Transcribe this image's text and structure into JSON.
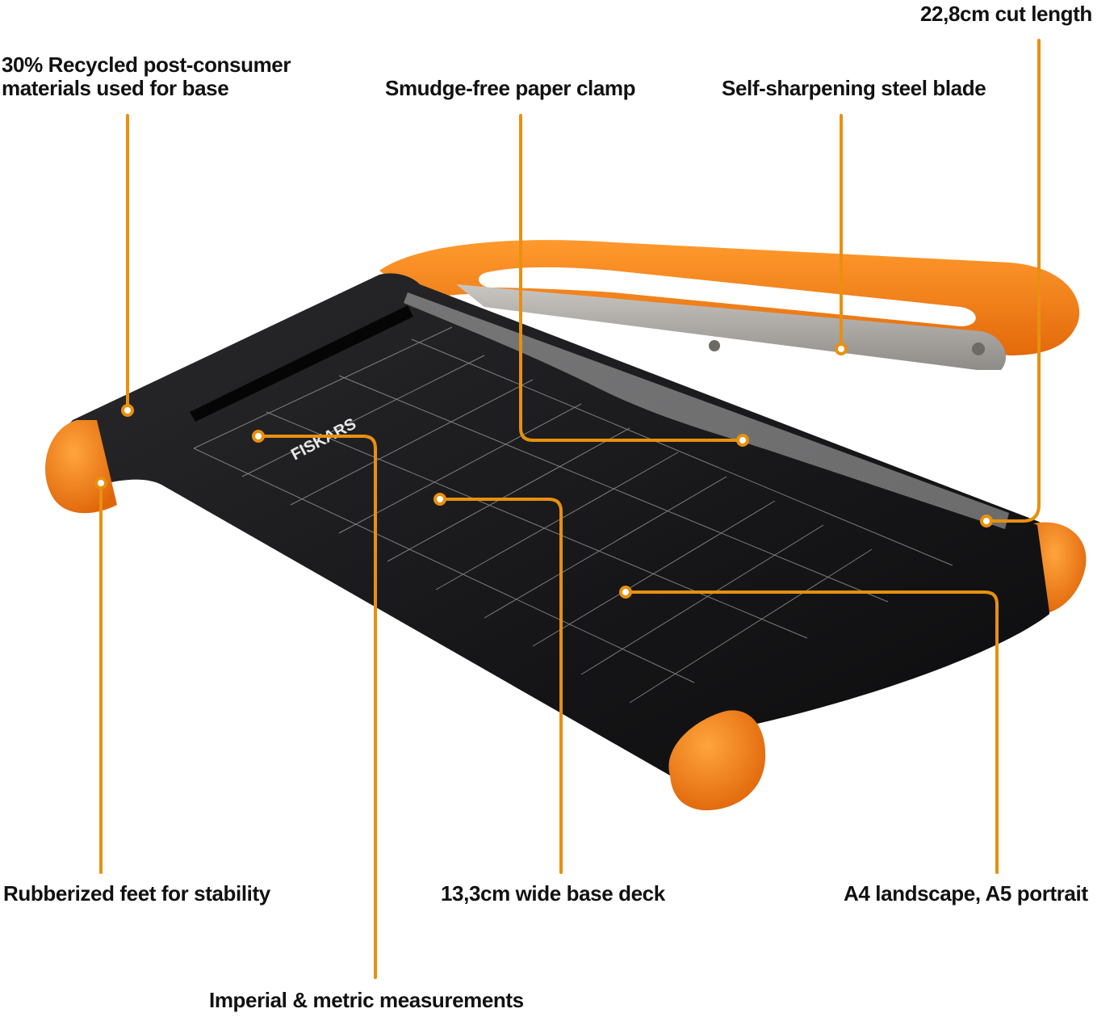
{
  "callouts": {
    "recycled_line1": "30% Recycled post-consumer",
    "recycled_line2": "materials used for base",
    "clamp": "Smudge-free paper clamp",
    "blade": "Self-sharpening steel blade",
    "cut_length": "22,8cm cut length",
    "feet": "Rubberized feet for stability",
    "deck": "13,3cm wide base deck",
    "paper_size": "A4 landscape, A5 portrait",
    "measurements": "Imperial & metric measurements"
  },
  "product": {
    "brand_mark": "FISKARS"
  },
  "colors": {
    "accent": "#f28a1d",
    "leader": "#e8900f",
    "base": "#1c1c1e",
    "text": "#111111"
  }
}
